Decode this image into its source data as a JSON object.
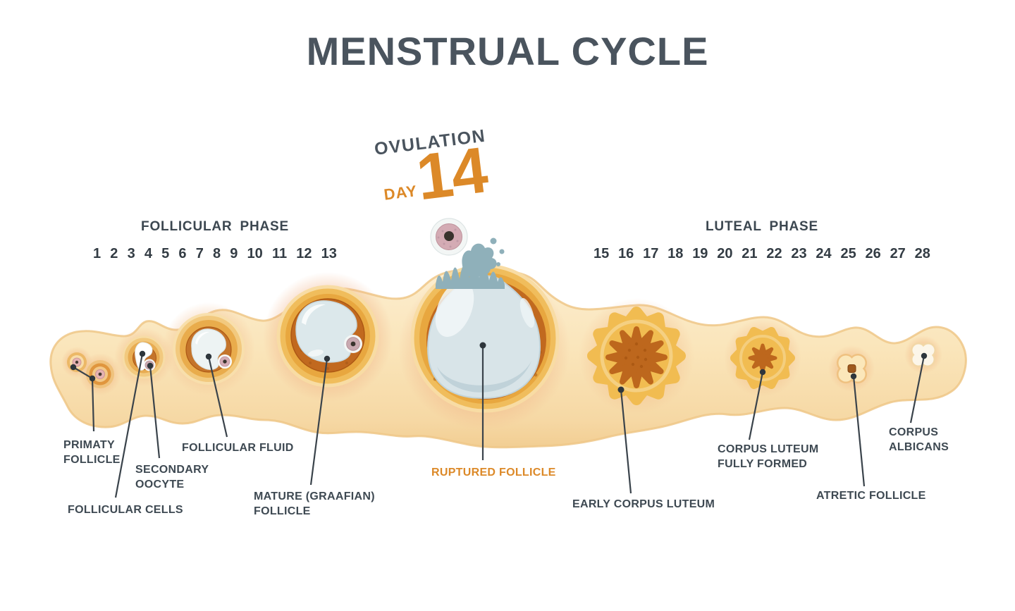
{
  "title": "MENSTRUAL CYCLE",
  "ovulation": {
    "label": "OVULATION",
    "day_word": "DAY",
    "day_number": "14"
  },
  "phases": {
    "follicular": {
      "label": "FOLLICULAR PHASE",
      "days": [
        "1",
        "2",
        "3",
        "4",
        "5",
        "6",
        "7",
        "8",
        "9",
        "10",
        "11",
        "12",
        "13"
      ]
    },
    "luteal": {
      "label": "LUTEAL PHASE",
      "days": [
        "15",
        "16",
        "17",
        "18",
        "19",
        "20",
        "21",
        "22",
        "23",
        "24",
        "25",
        "26",
        "27",
        "28"
      ]
    }
  },
  "labels": {
    "primary_follicle": "PRIMATY\nFOLLICLE",
    "follicular_cells": "FOLLICULAR CELLS",
    "secondary_oocyte": "SECONDARY\nOOCYTE",
    "follicular_fluid": "FOLLICULAR FLUID",
    "mature_follicle": "MATURE (GRAAFIAN)\nFOLLICLE",
    "ruptured_follicle": "RUPTURED FOLLICLE",
    "early_corpus_luteum": "EARLY CORPUS LUTEUM",
    "corpus_luteum_fully_formed": "CORPUS LUTEUM\nFULLY FORMED",
    "atretic_follicle": "ATRETIC FOLLICLE",
    "corpus_albicans": "CORPUS\nALBICANS"
  },
  "colors": {
    "heading_slate": "#4A545E",
    "label_slate": "#3E4952",
    "accent_orange": "#DC8928",
    "ovary_band_cream": "#FAE5BA",
    "band_edge": "#EEC787",
    "follicle_gold": "#EFBC5A",
    "follicle_deep_gold": "#E8A73F",
    "follicle_dark_orange": "#C1691F",
    "fluid_blue": "#D9E5E9",
    "splash_blue": "#8FB0BA",
    "oocyte_pink": "#D4ABB4",
    "pointer_line": "#3A434B"
  }
}
